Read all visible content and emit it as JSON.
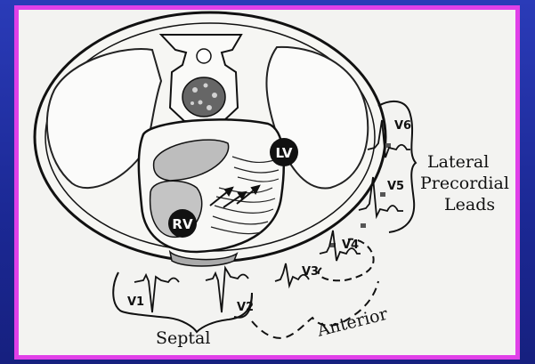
{
  "diagram": {
    "lv_label": "LV",
    "rv_label": "RV"
  },
  "leads": {
    "v1": "V1",
    "v2": "V2",
    "v3": "V3",
    "v4": "V4",
    "v5": "V5",
    "v6": "V6"
  },
  "groups": {
    "lateral": [
      "Lateral",
      "Precordial",
      "Leads"
    ],
    "septal": "Septal",
    "anterior": "Anterior"
  },
  "colors": {
    "background": "#1f2b9e",
    "frame_border": "#e040e8",
    "paper": "#f3f3f1"
  }
}
